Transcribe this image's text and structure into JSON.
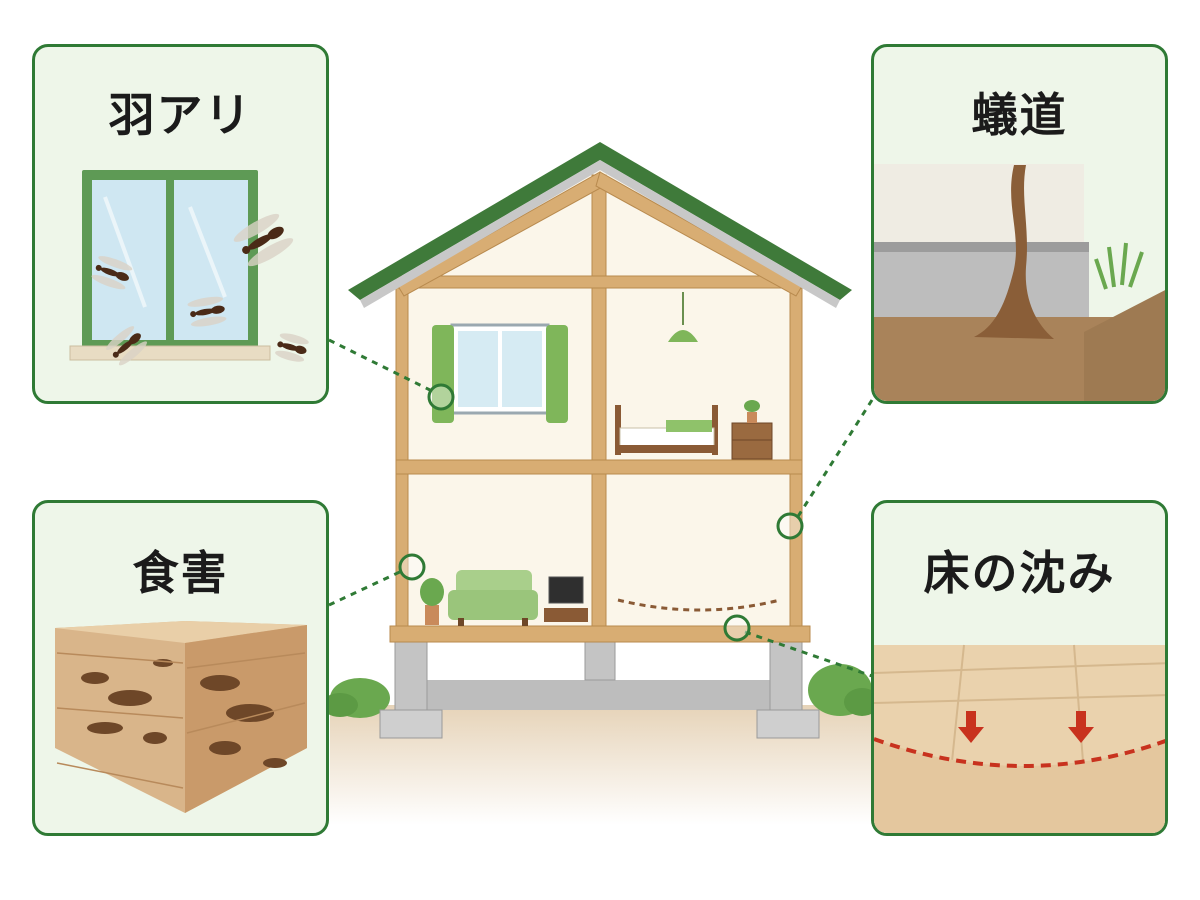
{
  "panels": {
    "winged_ants": {
      "title": "羽アリ",
      "icon": "winged-ant-icon"
    },
    "mud_tube": {
      "title": "蟻道",
      "icon": "mud-tube-icon"
    },
    "wood_damage": {
      "title": "食害",
      "icon": "damaged-wood-icon"
    },
    "floor_sinking": {
      "title": "床の沈み",
      "icon": "sinking-floor-icon"
    }
  },
  "colors": {
    "accent": "#2f7a35",
    "panel_bg": "#eef6e9",
    "roof": "#3f7a3a",
    "frame": "#c99a5b",
    "warning": "#c8321e"
  }
}
